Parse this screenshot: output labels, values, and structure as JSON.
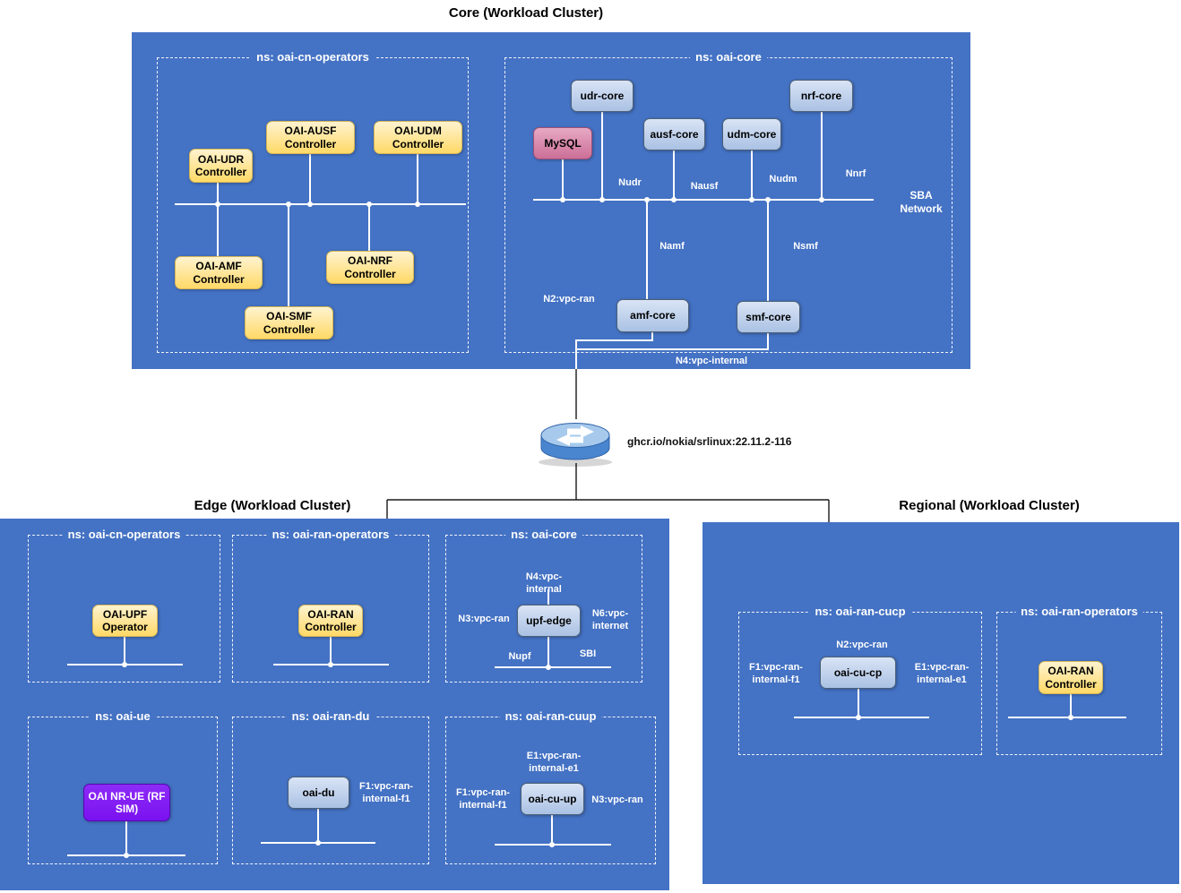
{
  "colors": {
    "cluster_bg": "#4472c4",
    "controller_fill": "#ffd966",
    "service_fill": "#aac2e4",
    "mysql_fill": "#cc6f97",
    "ue_fill": "#7a12f0",
    "wire": "#ffffff"
  },
  "core_cluster": {
    "title": "Core (Workload Cluster)",
    "ns_cn_operators": {
      "title": "ns: oai-cn-operators",
      "nodes": {
        "udr": {
          "label": "OAI-UDR Controller"
        },
        "ausf": {
          "label": "OAI-AUSF Controller"
        },
        "udm": {
          "label": "OAI-UDM Controller"
        },
        "amf": {
          "label": "OAI-AMF Controller"
        },
        "nrf": {
          "label": "OAI-NRF Controller"
        },
        "smf": {
          "label": "OAI-SMF Controller"
        }
      }
    },
    "ns_core": {
      "title": "ns: oai-core",
      "nodes": {
        "udr_core": {
          "label": "udr-core"
        },
        "nrf_core": {
          "label": "nrf-core"
        },
        "mysql": {
          "label": "MySQL"
        },
        "ausf_core": {
          "label": "ausf-core"
        },
        "udm_core": {
          "label": "udm-core"
        },
        "amf_core": {
          "label": "amf-core"
        },
        "smf_core": {
          "label": "smf-core"
        }
      },
      "interface_labels": {
        "nudr": "Nudr",
        "nausf": "Nausf",
        "nudm": "Nudm",
        "nnrf": "Nnrf",
        "sba": "SBA Network",
        "namf": "Namf",
        "nsmf": "Nsmf",
        "n2": "N2:vpc-ran",
        "n4": "N4:vpc-internal"
      }
    }
  },
  "router": {
    "image": "ghcr.io/nokia/srlinux:22.11.2-116"
  },
  "edge_cluster": {
    "title": "Edge (Workload Cluster)",
    "ns_cn_operators": {
      "title": "ns: oai-cn-operators",
      "node": {
        "label": "OAI-UPF Operator"
      }
    },
    "ns_ran_operators": {
      "title": "ns: oai-ran-operators",
      "node": {
        "label": "OAI-RAN Controller"
      }
    },
    "ns_core": {
      "title": "ns: oai-core",
      "node": {
        "label": "upf-edge"
      },
      "interface_labels": {
        "n4": "N4:vpc-internal",
        "n3": "N3:vpc-ran",
        "n6": "N6:vpc-internet",
        "nupf": "Nupf",
        "sbi": "SBI"
      }
    },
    "ns_ue": {
      "title": "ns: oai-ue",
      "node": {
        "label": "OAI NR-UE (RF SIM)"
      }
    },
    "ns_ran_du": {
      "title": "ns: oai-ran-du",
      "node": {
        "label": "oai-du"
      },
      "interface_labels": {
        "f1": "F1:vpc-ran-internal-f1"
      }
    },
    "ns_ran_cuup": {
      "title": "ns: oai-ran-cuup",
      "node": {
        "label": "oai-cu-up"
      },
      "interface_labels": {
        "e1": "E1:vpc-ran-internal-e1",
        "f1": "F1:vpc-ran-internal-f1",
        "n3": "N3:vpc-ran"
      }
    }
  },
  "regional_cluster": {
    "title": "Regional (Workload Cluster)",
    "ns_ran_cucp": {
      "title": "ns: oai-ran-cucp",
      "node": {
        "label": "oai-cu-cp"
      },
      "interface_labels": {
        "n2": "N2:vpc-ran",
        "f1": "F1:vpc-ran-internal-f1",
        "e1": "E1:vpc-ran-internal-e1"
      }
    },
    "ns_ran_operators": {
      "title": "ns: oai-ran-operators",
      "node": {
        "label": "OAI-RAN Controller"
      }
    }
  }
}
